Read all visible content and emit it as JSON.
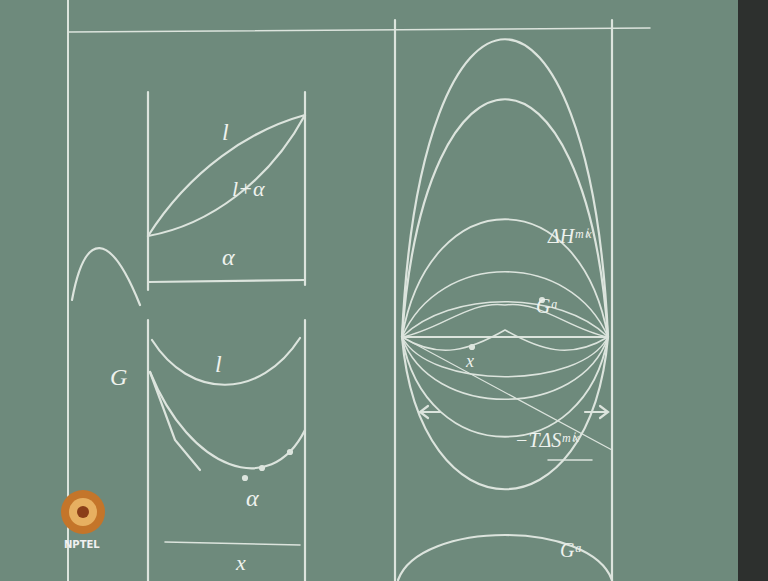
{
  "diagram": {
    "labels": [
      "l",
      "l+α",
      "α",
      "G",
      "l",
      "α",
      "x",
      "ΔHᵐⁱˣ",
      "Gᵅ",
      "x",
      "−TΔSᵐⁱˣ",
      "Gᵅ",
      "NPTEL"
    ]
  }
}
